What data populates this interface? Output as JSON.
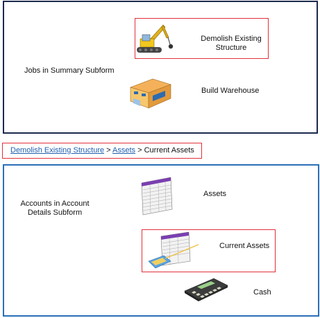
{
  "summary": {
    "subform_label": "Jobs in Summary Subform",
    "jobs": [
      {
        "label": "Demolish Existing Structure",
        "icon": "excavator-icon"
      },
      {
        "label": "Build Warehouse",
        "icon": "warehouse-icon"
      }
    ]
  },
  "breadcrumb": {
    "items": [
      {
        "label": "Demolish Existing Structure",
        "link": true
      },
      {
        "label": " Assets",
        "link": true
      },
      {
        "label": "Current Assets",
        "link": false
      }
    ],
    "separator": " > "
  },
  "details": {
    "subform_label": "Accounts in Account Details Subform",
    "accounts": [
      {
        "label": "Assets",
        "icon": "ledger-icon"
      },
      {
        "label": "Current Assets",
        "icon": "ledger-card-icon"
      },
      {
        "label": "Cash",
        "icon": "calculator-icon"
      }
    ]
  },
  "colors": {
    "highlight": "#e0303a",
    "summary_border": "#1b2a4e",
    "details_border": "#2a6fb8",
    "link": "#1f5fb0"
  }
}
